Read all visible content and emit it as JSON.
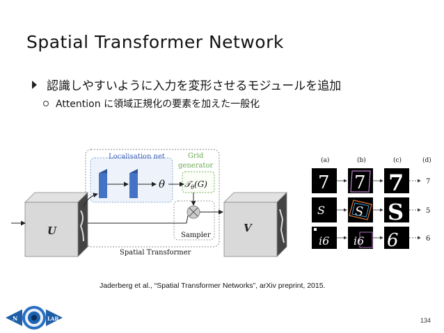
{
  "slide": {
    "title": "Spatial Transformer Network",
    "bullet_main": "認識しやすいように入力を変形させるモジュールを追加",
    "bullet_sub": "Attention に領域正規化の要素を加えた一般化",
    "citation": "Jaderberg et al., “Spatial Transformer Networks”, arXiv preprint, 2015.",
    "page_number": "134"
  },
  "diagram": {
    "localisation_label": "Localisation net",
    "grid_label_line1": "Grid",
    "grid_label_line2": "generator",
    "theta": "θ",
    "tau_T": "𝒯",
    "tau_sub": "θ",
    "tau_arg": "(G)",
    "input_label": "U",
    "output_label": "V",
    "sampler_label": "Sampler",
    "module_label": "Spatial Transformer"
  },
  "examples": {
    "columns": [
      "(a)",
      "(b)",
      "(c)",
      "(d)"
    ],
    "digits": [
      "7",
      "5",
      "6"
    ]
  },
  "logo": {
    "left_letter": "N",
    "right_text": "LAB"
  },
  "colors": {
    "localisation": "#3b5bb5",
    "grid": "#6aa84f",
    "box_border": "#999999",
    "block_blue": "#4472c4"
  }
}
